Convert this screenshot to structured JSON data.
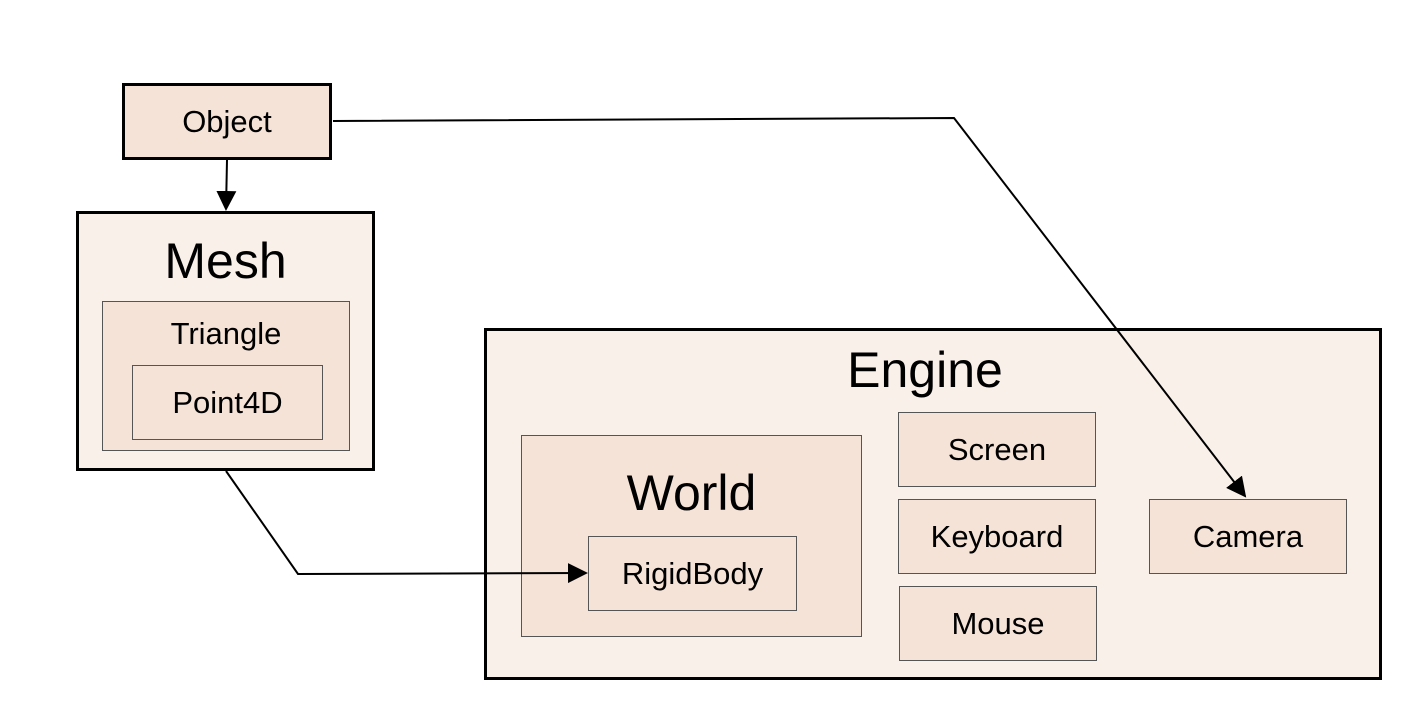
{
  "diagram": {
    "object": {
      "label": "Object"
    },
    "mesh": {
      "label": "Mesh",
      "triangle": {
        "label": "Triangle",
        "point4d": {
          "label": "Point4D"
        }
      }
    },
    "engine": {
      "label": "Engine",
      "world": {
        "label": "World",
        "rigidbody": {
          "label": "RigidBody"
        }
      },
      "screen": {
        "label": "Screen"
      },
      "keyboard": {
        "label": "Keyboard"
      },
      "mouse": {
        "label": "Mouse"
      },
      "camera": {
        "label": "Camera"
      }
    }
  }
}
